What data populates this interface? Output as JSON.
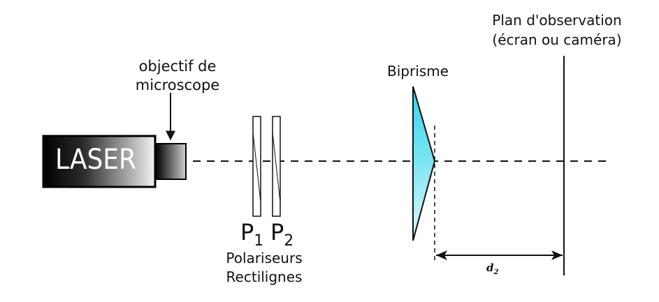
{
  "labels": {
    "laser": "LASER",
    "objective_line1": "objectif de",
    "objective_line2": "microscope",
    "polarizer1": "P",
    "polarizer1_sub": "1",
    "polarizer2": "P",
    "polarizer2_sub": "2",
    "polarizers_line1": "Polariseurs",
    "polarizers_line2": "Rectilignes",
    "biprism": "Biprisme",
    "plane_line1": "Plan d'observation",
    "plane_line2": "(écran ou caméra)",
    "distance": "d",
    "distance_sub": "2"
  },
  "colors": {
    "laser_dark": "#000000",
    "laser_light": "#ffffff",
    "prism_top": "#33d8ec",
    "prism_bottom": "#d6f7fb",
    "line": "#111111"
  }
}
